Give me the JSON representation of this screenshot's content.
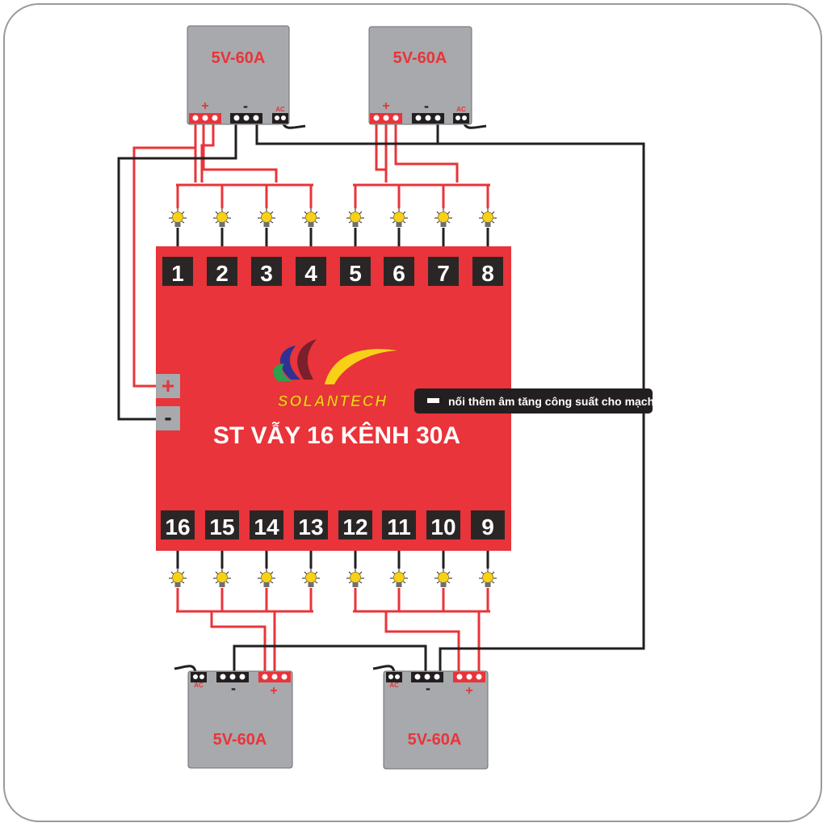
{
  "board": {
    "title": "ST VẪY 16 KÊNH 30A",
    "brand": "SOLANTECH",
    "plus_symbol": "+",
    "minus_symbol": "-",
    "note_symbol": "-",
    "note_text": "nối thêm âm tăng công suất cho mạch",
    "channels_top": [
      "1",
      "2",
      "3",
      "4",
      "5",
      "6",
      "7",
      "8"
    ],
    "channels_bottom": [
      "16",
      "15",
      "14",
      "13",
      "12",
      "11",
      "10",
      "9"
    ]
  },
  "power_supplies": [
    {
      "label": "5V-60A",
      "plus": "+",
      "minus": "-",
      "ac": "AC"
    },
    {
      "label": "5V-60A",
      "plus": "+",
      "minus": "-",
      "ac": "AC"
    },
    {
      "label": "5V-60A",
      "plus": "+",
      "minus": "-",
      "ac": "AC"
    },
    {
      "label": "5V-60A",
      "plus": "+",
      "minus": "-",
      "ac": "AC"
    }
  ],
  "colors": {
    "board": "#e8343a",
    "terminal": "#2b2626",
    "wire_red": "#e8343a",
    "wire_black": "#231f20",
    "psu": "#a7a9ac",
    "bulb": "#f7d117"
  }
}
